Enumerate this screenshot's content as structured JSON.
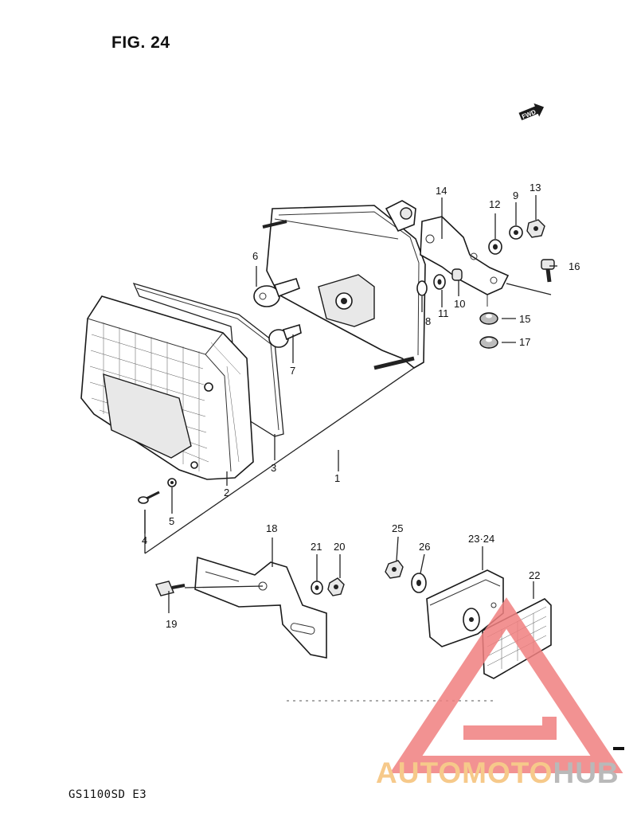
{
  "figure": {
    "title": "FIG. 24",
    "model": "GS1100SD E3",
    "fwd_label": "FWD"
  },
  "watermark": {
    "part1": "AUTOMOTO",
    "part2": "HUB",
    "color_primary": "#f08080",
    "color_secondary": "#b9b9b9",
    "color_accent": "#f6c98a"
  },
  "callouts": [
    "1",
    "2",
    "3",
    "4",
    "5",
    "6",
    "7",
    "8",
    "9",
    "10",
    "11",
    "12",
    "13",
    "14",
    "15",
    "16",
    "17",
    "18",
    "19",
    "20",
    "21",
    "22",
    "23·24",
    "25",
    "26"
  ]
}
